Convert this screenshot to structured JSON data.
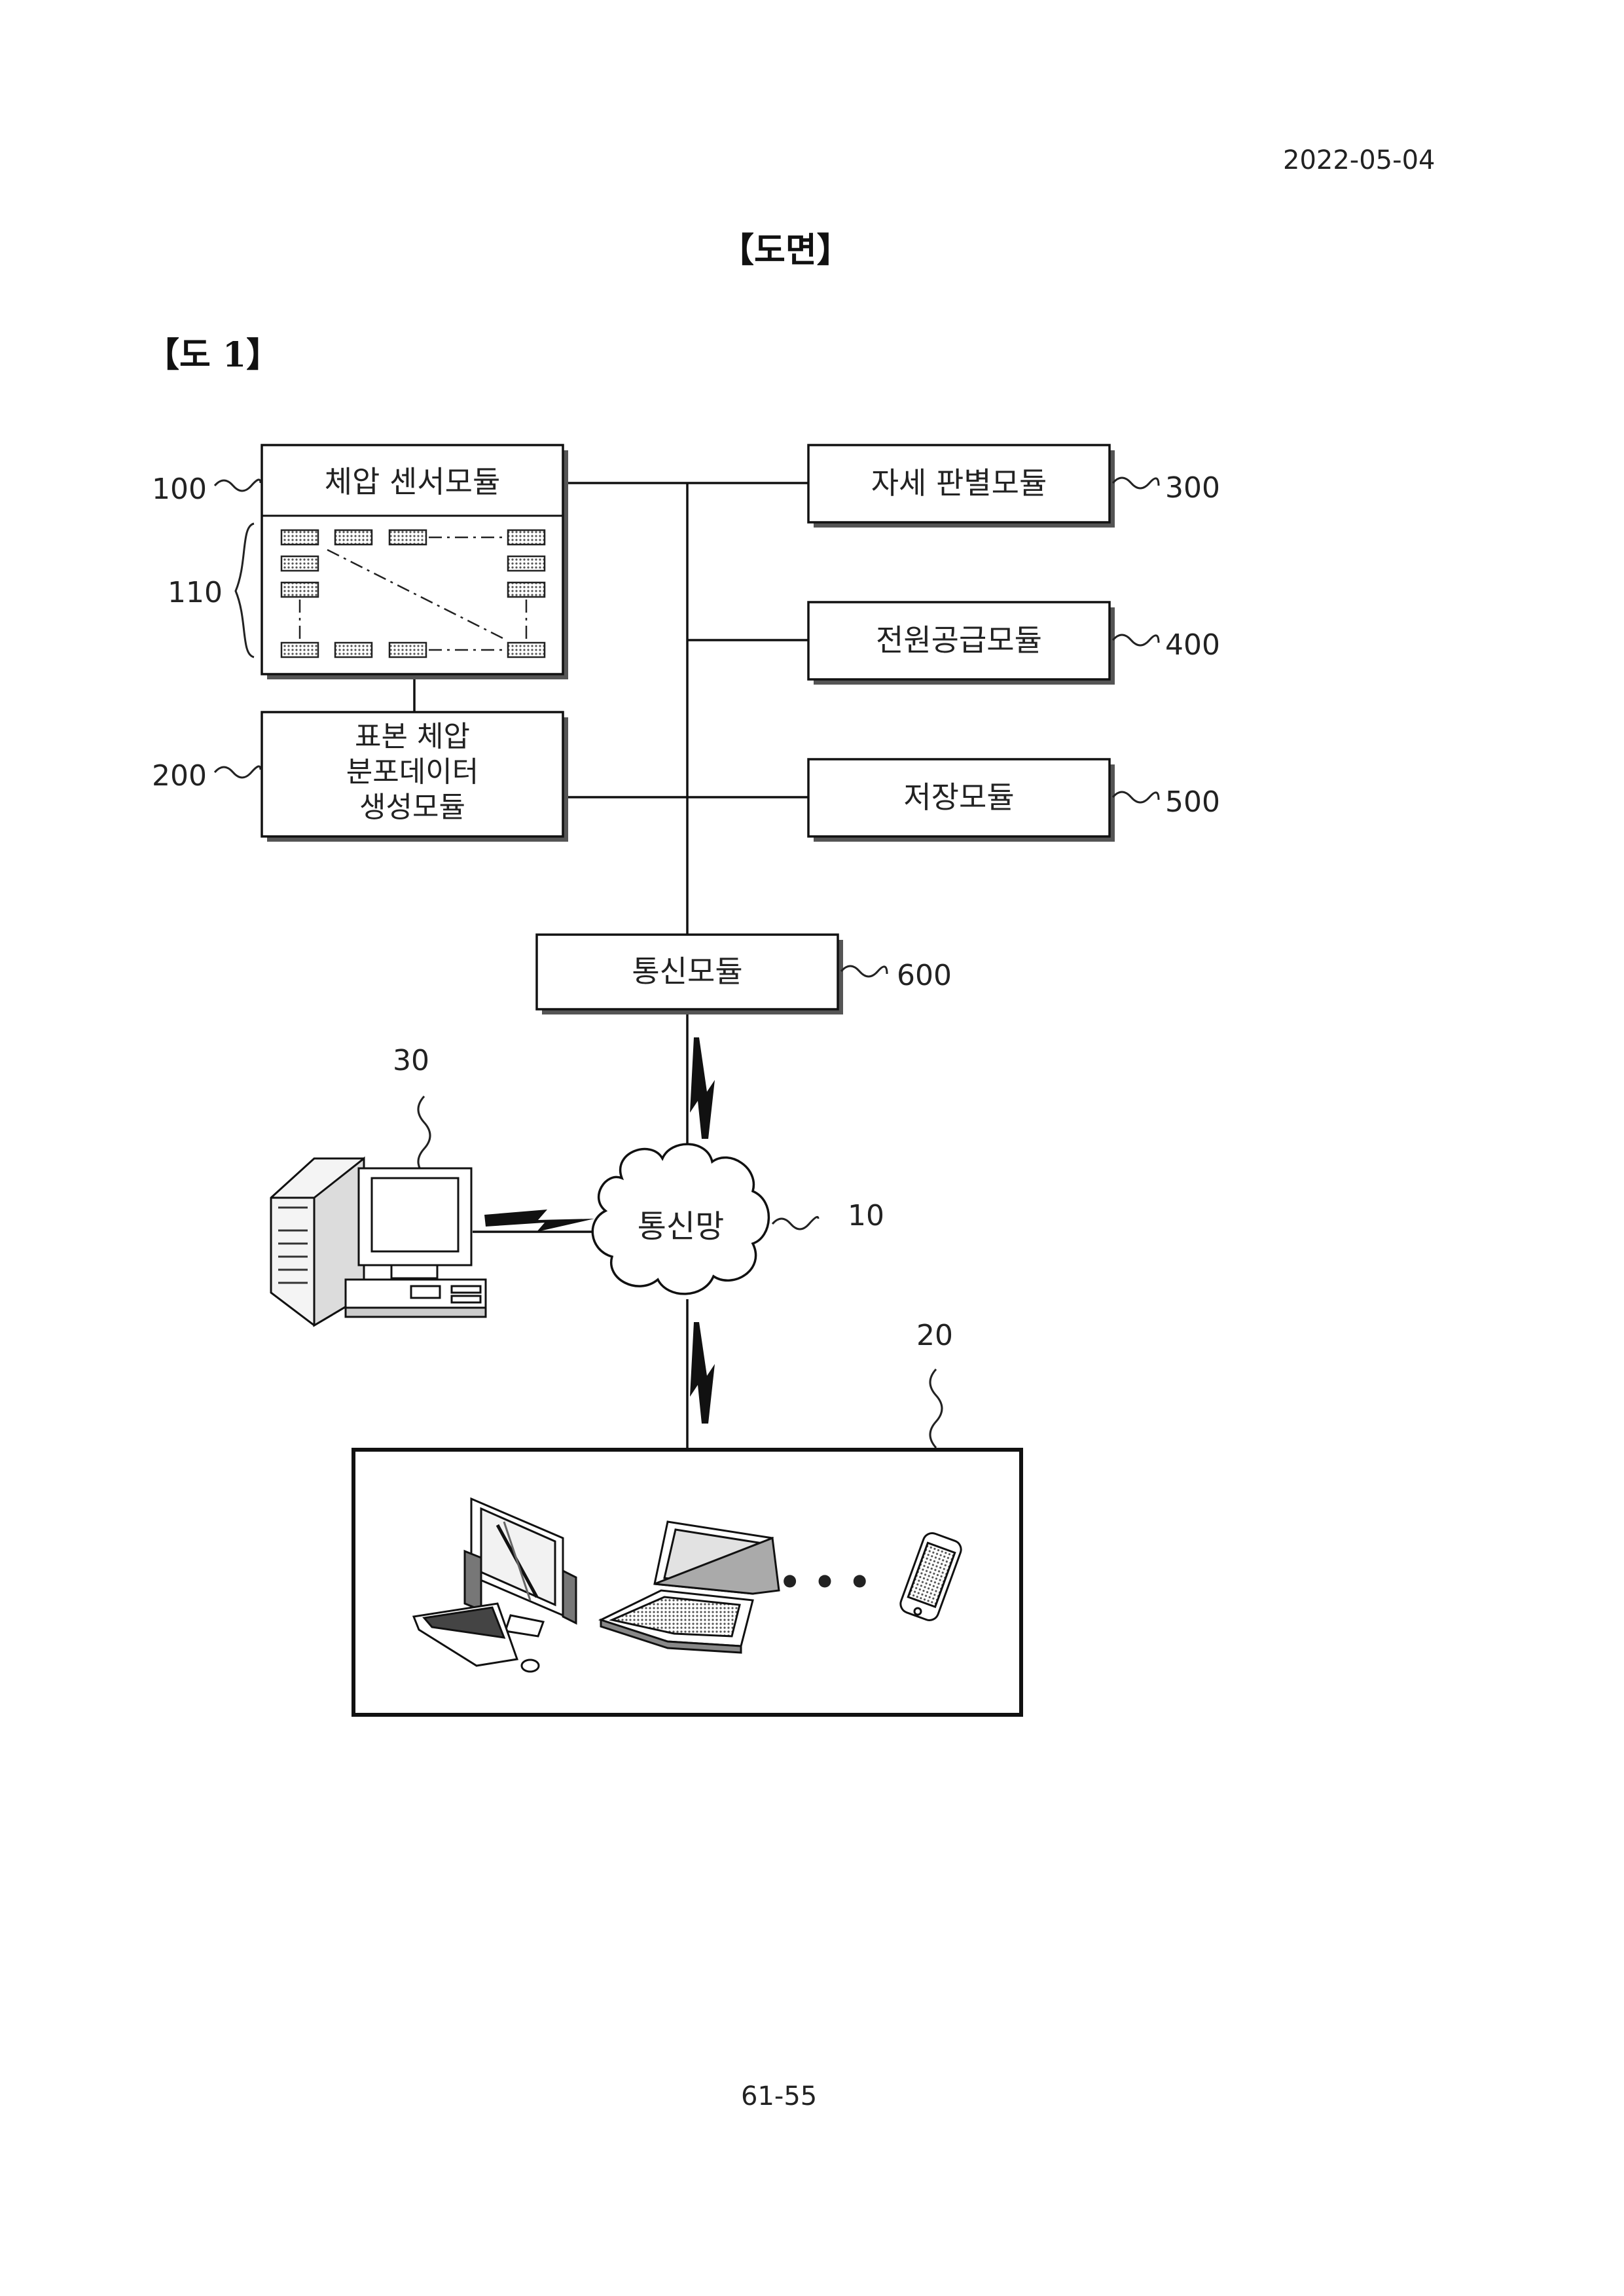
{
  "header": {
    "date": "2022-05-04",
    "section_title": "【도면】",
    "figure_label": "【도 1】"
  },
  "footer": {
    "page_number": "61-55"
  },
  "diagram": {
    "modules": {
      "sensor": {
        "label": "체압 센서모듈",
        "ref": "100",
        "array_ref": "110"
      },
      "sample": {
        "line1": "표본 체압",
        "line2": "분포데이터",
        "line3": "생성모듈",
        "ref": "200"
      },
      "posture": {
        "label": "자세 판별모듈",
        "ref": "300"
      },
      "power": {
        "label": "전원공급모듈",
        "ref": "400"
      },
      "storage": {
        "label": "저장모듈",
        "ref": "500"
      },
      "comm": {
        "label": "통신모듈",
        "ref": "600"
      }
    },
    "network": {
      "label": "통신망",
      "ref": "10"
    },
    "server": {
      "ref": "30",
      "icon": "desktop-computer-icon"
    },
    "terminals": {
      "ref": "20",
      "ellipsis": "• • •",
      "icons": [
        "desktop-pc-icon",
        "laptop-icon",
        "smartphone-icon"
      ]
    }
  }
}
